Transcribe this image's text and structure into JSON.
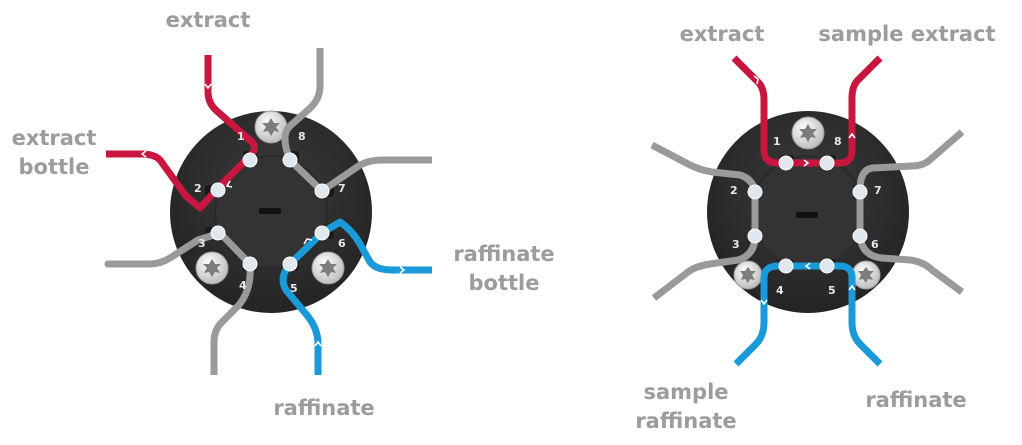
{
  "colors": {
    "extract_line": "#c8163e",
    "raffinate_line": "#1a9ad8",
    "neutral_line": "#9a9a9a",
    "valve_body": "#2b2b2b",
    "valve_inner": "#3a3a3a",
    "label_text": "#9c9c9c"
  },
  "icons": {
    "screw": "torx-screw-icon",
    "port": "port-dot-icon",
    "flow_arrow": "chevron-arrow-icon"
  },
  "left_valve": {
    "labels": {
      "extract": "extract",
      "extract_bottle": [
        "extract",
        "bottle"
      ],
      "raffinate_bottle": [
        "raffinate",
        "bottle"
      ],
      "raffinate": "raffinate"
    },
    "ports": [
      "1",
      "2",
      "3",
      "4",
      "5",
      "6",
      "7",
      "8"
    ]
  },
  "right_valve": {
    "labels": {
      "extract": "extract",
      "sample_extract": "sample extract",
      "sample_raffinate": [
        "sample",
        "raffinate"
      ],
      "raffinate": "raffinate"
    },
    "ports": [
      "1",
      "2",
      "3",
      "4",
      "5",
      "6",
      "7",
      "8"
    ]
  }
}
